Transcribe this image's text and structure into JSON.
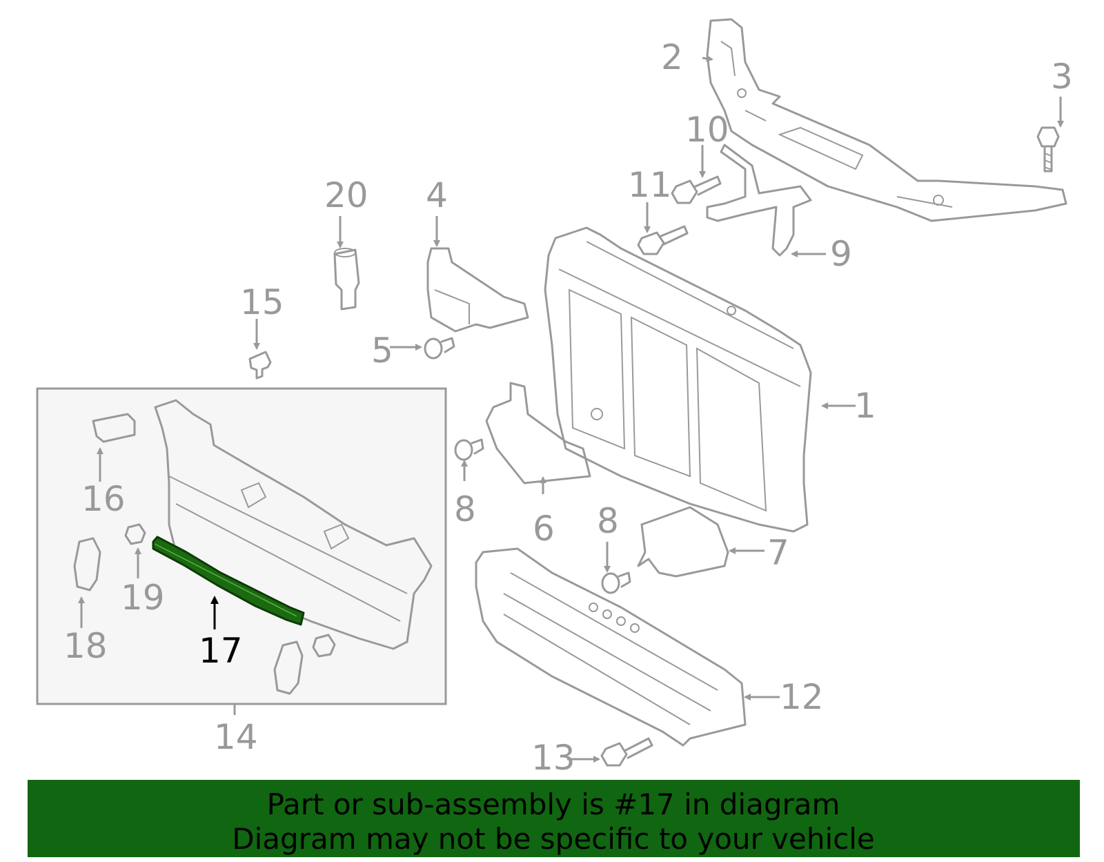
{
  "labels": [
    "1",
    "2",
    "3",
    "4",
    "5",
    "6",
    "7",
    "8",
    "8",
    "9",
    "10",
    "11",
    "12",
    "13",
    "14",
    "15",
    "16",
    "17",
    "18",
    "19",
    "20"
  ],
  "highlight_part": "17",
  "banner": {
    "line1": "Part or sub-assembly is #17 in diagram",
    "line2": "Diagram may not be specific to your vehicle"
  },
  "colors": {
    "part_outline": "#999999",
    "highlight": "#1a6b10",
    "banner_bg": "#116611",
    "inset_bg": "#f6f6f6",
    "text": "#000000"
  }
}
